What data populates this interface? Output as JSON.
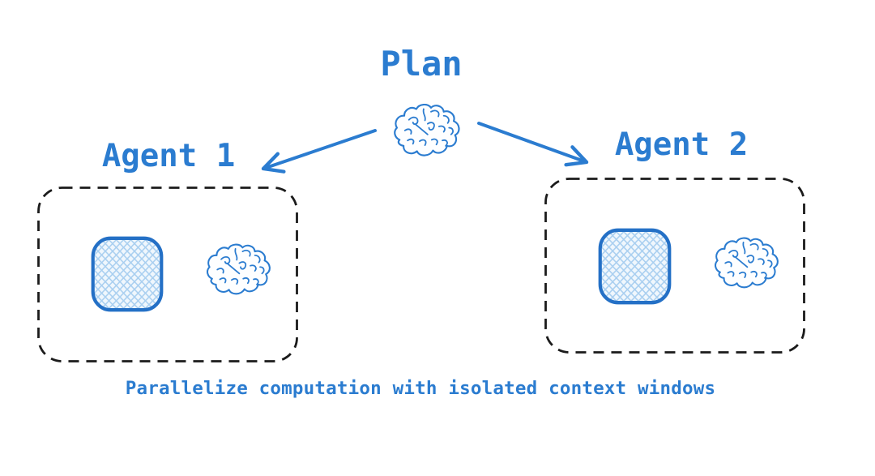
{
  "diagram": {
    "title": "Plan",
    "caption": "Parallelize computation with isolated context windows",
    "root_node": {
      "label": "Plan",
      "icon": "brain-icon"
    },
    "agents": [
      {
        "label": "Agent 1",
        "contents": [
          "context-window-icon",
          "brain-icon"
        ]
      },
      {
        "label": "Agent 2",
        "contents": [
          "context-window-icon",
          "brain-icon"
        ]
      }
    ],
    "connections": [
      {
        "from": "plan-brain",
        "to": "agent-1",
        "type": "arrow"
      },
      {
        "from": "plan-brain",
        "to": "agent-2",
        "type": "arrow"
      }
    ],
    "colors": {
      "ink_blue": "#2B7CD0",
      "square_border_blue": "#2470C6",
      "hatch_line_blue": "#A9CFF0",
      "hatch_fill": "#F0F7FD",
      "box_dash_black": "#1B1B1B",
      "background": "#FFFFFF"
    },
    "style": "hand-drawn sketch"
  }
}
